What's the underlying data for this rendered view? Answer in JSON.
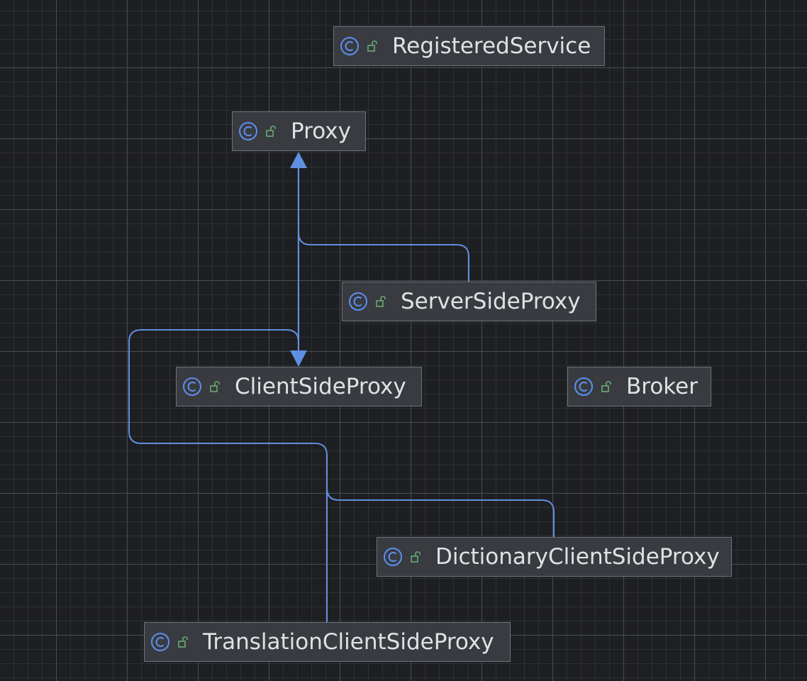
{
  "diagram": {
    "nodes": [
      {
        "id": "registered-service",
        "label": "RegisteredService",
        "icon": "class-icon",
        "visibility": "public-icon"
      },
      {
        "id": "proxy",
        "label": "Proxy",
        "icon": "class-icon",
        "visibility": "public-icon"
      },
      {
        "id": "server-side-proxy",
        "label": "ServerSideProxy",
        "icon": "class-icon",
        "visibility": "public-icon"
      },
      {
        "id": "client-side-proxy",
        "label": "ClientSideProxy",
        "icon": "class-icon",
        "visibility": "public-icon"
      },
      {
        "id": "broker",
        "label": "Broker",
        "icon": "class-icon",
        "visibility": "public-icon"
      },
      {
        "id": "dictionary-client-side-proxy",
        "label": "DictionaryClientSideProxy",
        "icon": "class-icon",
        "visibility": "public-icon"
      },
      {
        "id": "translation-client-side-proxy",
        "label": "TranslationClientSideProxy",
        "icon": "class-icon",
        "visibility": "public-icon"
      }
    ],
    "edges": [
      {
        "from": "server-side-proxy",
        "to": "proxy",
        "type": "inheritance"
      },
      {
        "from": "client-side-proxy",
        "to": "proxy",
        "type": "inheritance"
      },
      {
        "from": "translation-client-side-proxy",
        "to": "client-side-proxy",
        "type": "inheritance"
      },
      {
        "from": "dictionary-client-side-proxy",
        "to": "client-side-proxy",
        "type": "inheritance"
      }
    ],
    "colors": {
      "background": "#1e1f22",
      "node_fill": "#393b40",
      "node_border": "#6f737a",
      "edge": "#5f8fe0",
      "class_icon": "#5c8ff0",
      "public_icon": "#6aab73",
      "text": "#dfe1e5"
    }
  }
}
